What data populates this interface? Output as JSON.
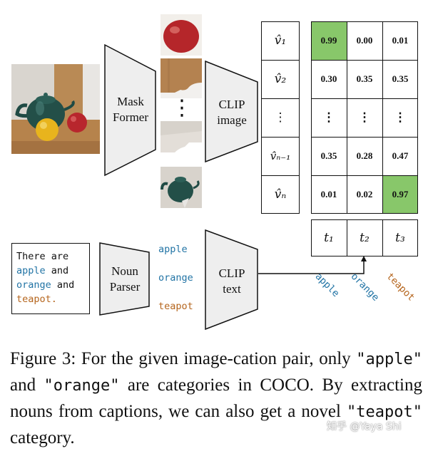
{
  "colors": {
    "apple": "#2274a5",
    "orange": "#2274a5",
    "teapot": "#b5651d",
    "highlight": "#88c76a",
    "block_fill": "#eeeeee"
  },
  "blocks": {
    "mask_former": [
      "Mask",
      "Former"
    ],
    "clip_image": [
      "CLIP",
      "image"
    ],
    "noun_parser": [
      "Noun",
      "Parser"
    ],
    "clip_text": [
      "CLIP",
      "text"
    ]
  },
  "crop_dots": "⋮",
  "v_labels": [
    "v̂₁",
    "v̂₂",
    "⋮",
    "v̂ₙ₋₁",
    "v̂ₙ"
  ],
  "t_labels": [
    "t₁",
    "t₂",
    "t₃"
  ],
  "score_rows": [
    [
      "0.99",
      "0.00",
      "0.01"
    ],
    [
      "0.30",
      "0.35",
      "0.35"
    ],
    [
      "⋮",
      "⋮",
      "⋮"
    ],
    [
      "0.35",
      "0.28",
      "0.47"
    ],
    [
      "0.01",
      "0.02",
      "0.97"
    ]
  ],
  "highlighted_cells": [
    [
      0,
      0
    ],
    [
      4,
      2
    ]
  ],
  "caption_text": {
    "line1": "There are",
    "apple": "apple",
    "and1": " and",
    "orange": "orange",
    "and2": " and",
    "teapot": "teapot",
    "period": "."
  },
  "nouns": [
    "apple",
    "orange",
    "teapot"
  ],
  "figure_caption": {
    "part1": "Figure 3: For the given image-cation pair, only ",
    "apple": "\"apple\"",
    "part2": " and ",
    "orange": "\"orange\"",
    "part3": " are categories in COCO. By extracting nouns from captions, we can also get a novel ",
    "teapot": "\"teapot\"",
    "part4": " category."
  },
  "watermark": "知乎 @Yaya Shi"
}
